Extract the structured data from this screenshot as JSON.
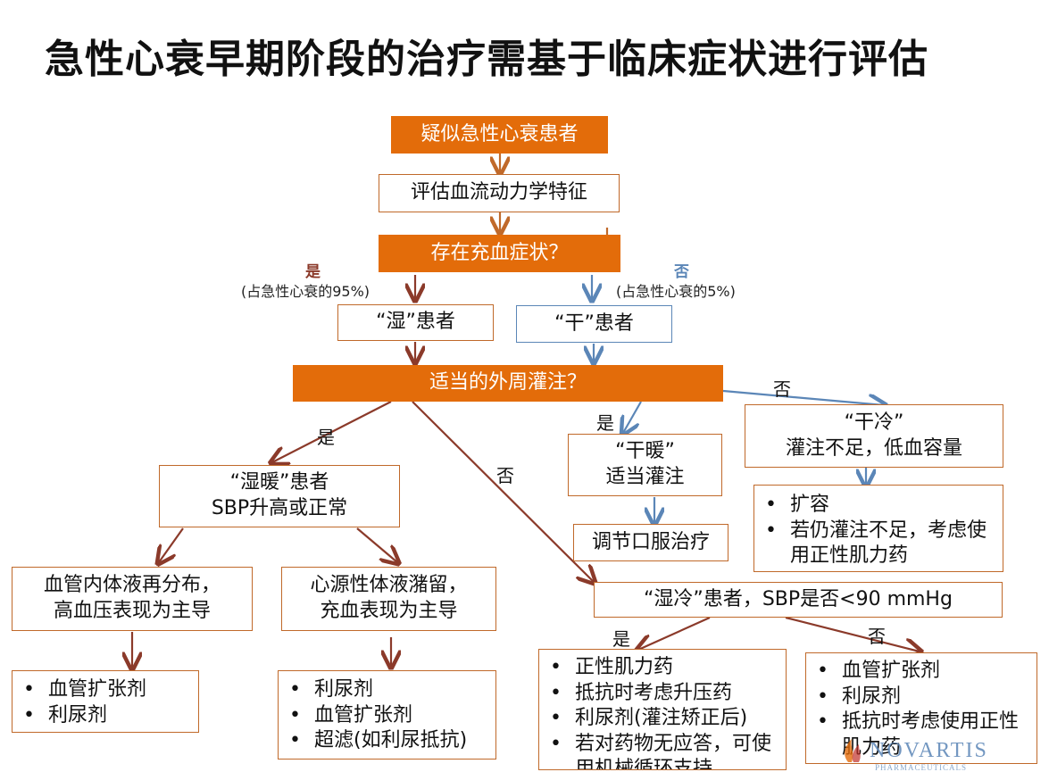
{
  "title": "急性心衰早期阶段的治疗需基于临床症状进行评估",
  "nodes": {
    "suspected": "疑似急性心衰患者",
    "assess": "评估血流动力学特征",
    "congestion": "存在充血症状？",
    "wet": "“湿”患者",
    "dry": "“干”患者",
    "perfusion": "适当的外周灌注？",
    "warm_dry_line1": "“干暖”",
    "warm_dry_line2": "适当灌注",
    "oral": "调节口服治疗",
    "cold_dry_line1": "“干冷”",
    "cold_dry_line2": "灌注不足，低血容量",
    "warm_wet_line1": "“湿暖”患者",
    "warm_wet_line2": "SBP升高或正常",
    "vascular_line1": "血管内体液再分布，",
    "vascular_line2": "高血压表现为主导",
    "cardiac_line1": "心源性体液潴留，",
    "cardiac_line2": "充血表现为主导",
    "cold_wet": "“湿冷”患者，SBP是否<90 mmHg"
  },
  "lists": {
    "cold_dry": [
      "扩容",
      "若仍灌注不足，考虑使用正性肌力药"
    ],
    "vascular": [
      "血管扩张剂",
      "利尿剂"
    ],
    "cardiac": [
      "利尿剂",
      "血管扩张剂",
      "超滤(如利尿抵抗)"
    ],
    "cold_wet_yes": [
      "正性肌力药",
      "抵抗时考虑升压药",
      "利尿剂(灌注矫正后)",
      "若对药物无应答，可使用机械循环支持"
    ],
    "cold_wet_no": [
      "血管扩张剂",
      "利尿剂",
      "抵抗时考虑使用正性肌力药"
    ]
  },
  "labels": {
    "yes": "是",
    "no": "否",
    "wet_pct": "(占急性心衰的95%)",
    "dry_pct": "(占急性心衰的5%)"
  },
  "logo": {
    "text": "NOVARTIS",
    "subtext": "PHARMACEUTICALS"
  },
  "colors": {
    "orange": "#e36c0a",
    "brown": "#8b3a2a",
    "blue": "#5b86b7"
  }
}
